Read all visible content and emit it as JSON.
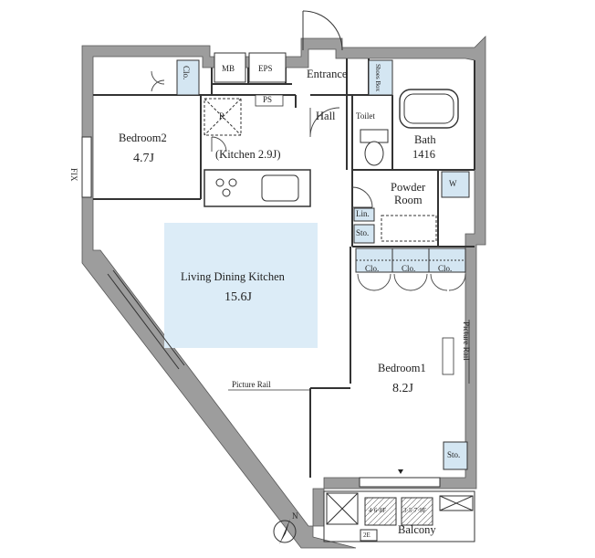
{
  "rooms": {
    "entrance": "Entrance",
    "mb": "MB",
    "eps": "EPS",
    "shoes_box": "Shoes Box",
    "ps": "PS",
    "hall": "Hall",
    "toilet": "Toilet",
    "bath": "Bath",
    "bath_size": "1416",
    "bedroom2": "Bedroom2",
    "bedroom2_size": "4.7J",
    "kitchen": "(Kitchen 2.9J)",
    "refrigerator": "R",
    "powder_room_1": "Powder",
    "powder_room_2": "Room",
    "washer": "W",
    "linen": "Lin.",
    "storage": "Sto.",
    "ldk": "Living Dining Kitchen",
    "ldk_size": "15.6J",
    "picture_rail": "Picture Rail",
    "bedroom1": "Bedroom1",
    "bedroom1_size": "8.2J",
    "bedroom1_storage": "Sto.",
    "balcony": "Balcony",
    "hatch_left": "4·6·8F",
    "hatch_right": "3·5·7·9F",
    "ladder_2e": "2E"
  },
  "closets": {
    "bedroom2": "Clo.",
    "bedroom1": [
      "Clo.",
      "Clo.",
      "Clo."
    ]
  },
  "fixed_window": "FIX",
  "north": "N",
  "colors": {
    "wall": "#9a9a9a",
    "wall_edge": "#555555",
    "ldk_highlight": "#dcecf7",
    "storage_fill": "#d4e6f2"
  }
}
